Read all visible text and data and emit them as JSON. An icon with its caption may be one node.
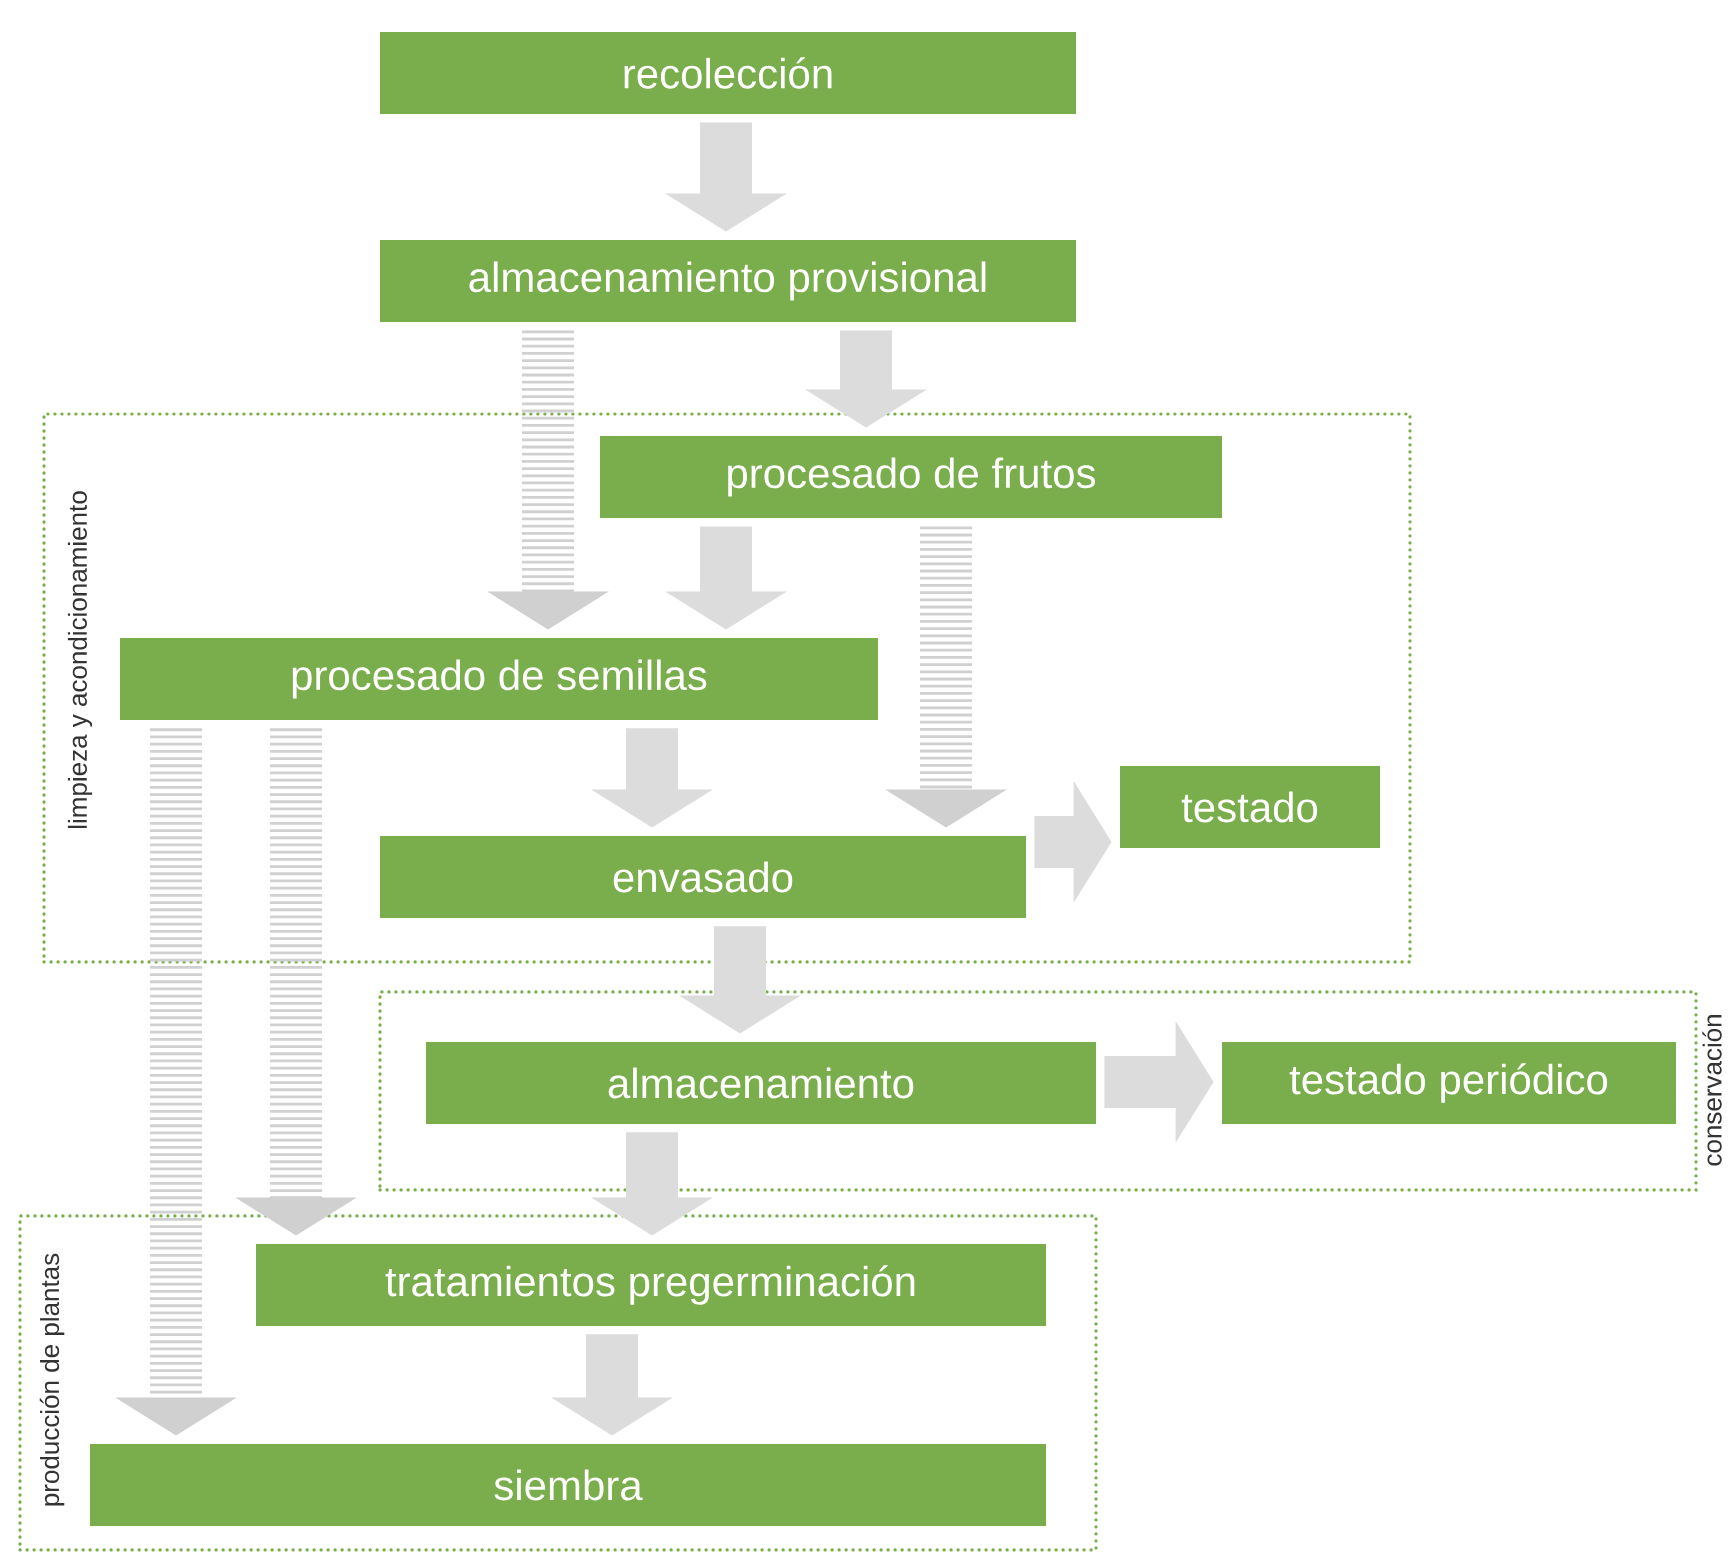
{
  "diagram": {
    "nodes": [
      {
        "text": [
          "limpieza y acondicionamiento"
        ]
      },
      {
        "text": [
          "conservación"
        ]
      },
      {
        "text": [
          "producción de plantas"
        ]
      },
      {
        "text": [
          "recolección"
        ]
      },
      {
        "text": [
          "almacenamiento provisional"
        ]
      },
      {
        "text": [
          "procesado de frutos"
        ],
        "in": 0
      },
      {
        "text": [
          "procesado de semillas"
        ],
        "in": 0
      },
      {
        "text": [
          "testado"
        ],
        "in": 0
      },
      {
        "text": [
          "envasado"
        ],
        "in": 0
      },
      {
        "text": [
          "almacenamiento"
        ],
        "in": 1
      },
      {
        "text": [
          "testado periódico"
        ],
        "in": 1
      },
      {
        "text": [
          "tratamientos pregerminación"
        ],
        "in": 2
      },
      {
        "text": [
          "siembra"
        ],
        "in": 2
      }
    ],
    "edges": [
      {
        "from": 3,
        "to": 4,
        "arrow": "to"
      },
      {
        "from": 4,
        "to": 5,
        "arrow": "to"
      },
      {
        "from": 4,
        "to": 6,
        "arrow": "to",
        "style": "dashed"
      },
      {
        "from": 5,
        "to": 6,
        "arrow": "to"
      },
      {
        "from": 5,
        "to": 8,
        "arrow": "to",
        "style": "dashed"
      },
      {
        "from": 6,
        "to": 8,
        "arrow": "to"
      },
      {
        "from": 8,
        "to": 7,
        "arrow": "to"
      },
      {
        "from": 8,
        "to": 9,
        "arrow": "to"
      },
      {
        "from": 9,
        "to": 10,
        "arrow": "to"
      },
      {
        "from": 9,
        "to": 11,
        "arrow": "to"
      },
      {
        "from": 6,
        "to": 12,
        "arrow": "to",
        "style": "dashed"
      },
      {
        "from": 6,
        "to": 11,
        "arrow": "to",
        "style": "dashed"
      },
      {
        "from": 11,
        "to": 12,
        "arrow": "to"
      }
    ]
  }
}
